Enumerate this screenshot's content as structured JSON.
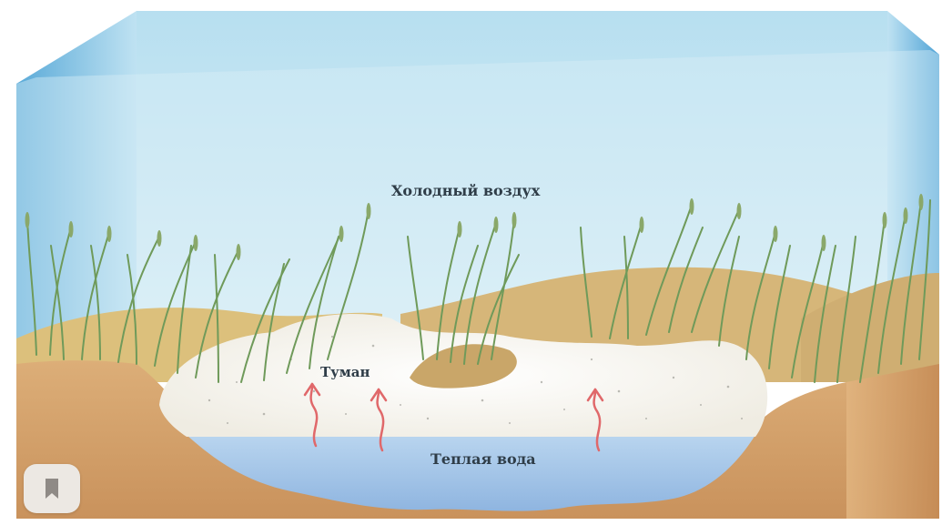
{
  "labels": {
    "cold_air": "Холодный воздух",
    "fog": "Туман",
    "warm_water": "Теплая вода"
  },
  "icons": {
    "bookmark": "bookmark-icon"
  },
  "colors": {
    "sky": "#cfe9f4",
    "box_edge": "#6ab3dc",
    "soil": "#d9a870",
    "water": "#a8c8e8",
    "fog": "#f3f1ea",
    "grass": "#6f9a5a",
    "arrow": "#e0686a"
  }
}
